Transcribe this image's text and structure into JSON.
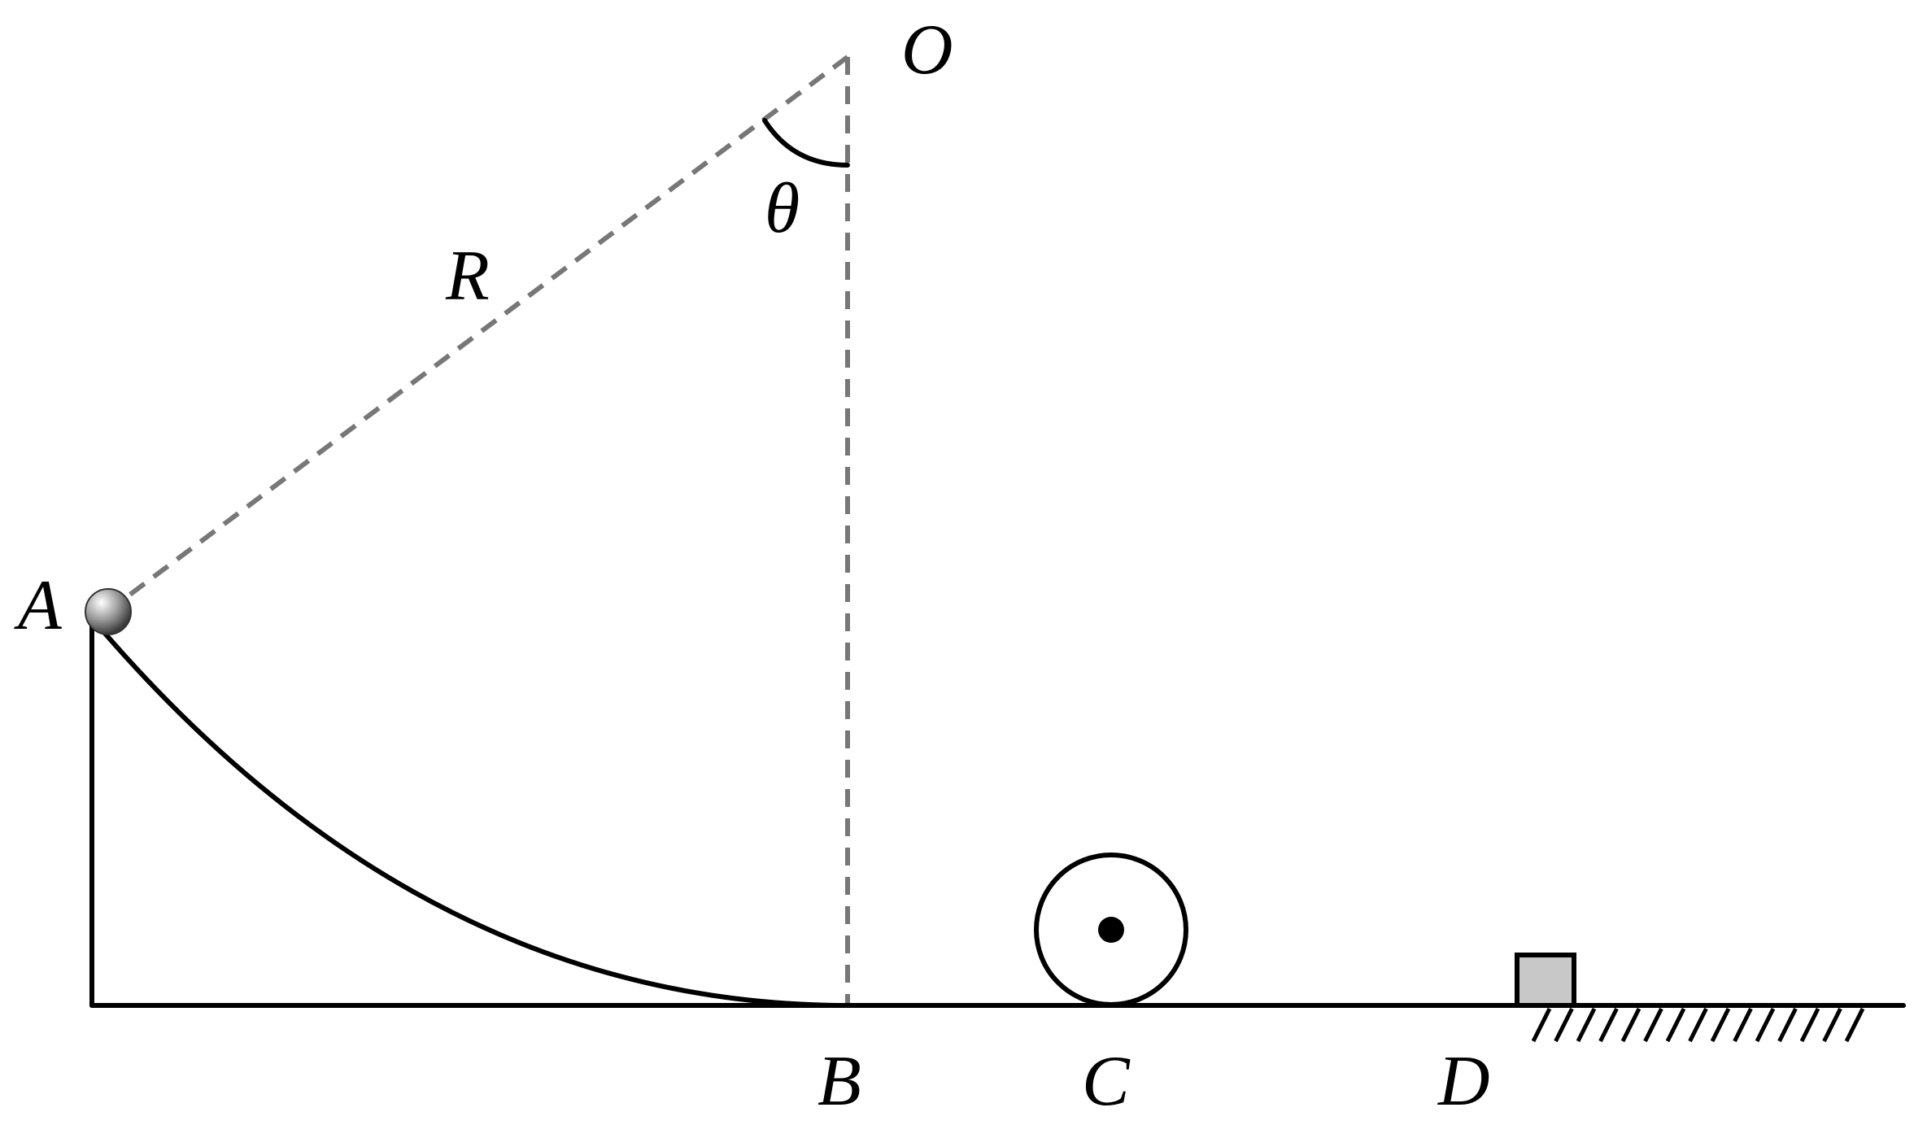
{
  "labels": {
    "O": "O",
    "theta": "θ",
    "R": "R",
    "A": "A",
    "B": "B",
    "C": "C",
    "D": "D"
  },
  "colors": {
    "line": "#000000",
    "dashed": "#777777",
    "block": "#c8c8c8",
    "ball_highlight": "#ffffff",
    "ball_shadow": "#444444"
  }
}
